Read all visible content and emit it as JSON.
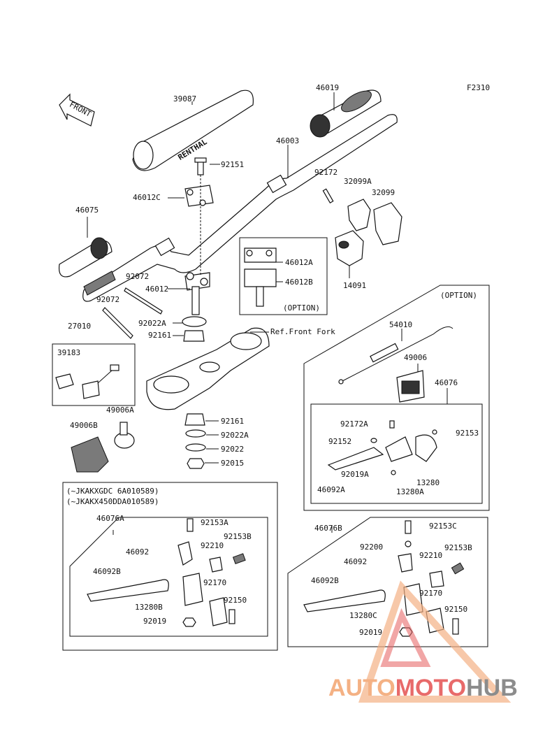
{
  "figure_code": "F2310",
  "front_label": "FRONT",
  "brand_text": "RENTHAL",
  "ref_text": "Ref.Front Fork",
  "option_label": "(OPTION)",
  "vin_lines": [
    "(~JKAKXGDC 6A010589)",
    "(~JKAKX450DDA010589)"
  ],
  "watermark": {
    "auto": "AUTO",
    "moto": "MOTO",
    "hub": "HUB",
    "colors": {
      "auto": "#f4b184",
      "moto": "#e86a6a",
      "hub": "#8c8c8c"
    }
  },
  "parts": [
    "39087",
    "46019",
    "46003",
    "92151",
    "46012C",
    "92172",
    "32099A",
    "32099",
    "46075",
    "46012A",
    "46012B",
    "92072",
    "46012",
    "14091",
    "92072",
    "92022A",
    "92161",
    "27010",
    "39183",
    "54010",
    "49006",
    "46076",
    "49006A",
    "49006B",
    "92161",
    "92022A",
    "92022",
    "92015",
    "92172A",
    "92153",
    "92152",
    "92019A",
    "13280",
    "46092A",
    "13280A",
    "46076A",
    "92153A",
    "46092",
    "92210",
    "92153B",
    "46092B",
    "92170",
    "13280B",
    "92150",
    "92019",
    "46076B",
    "92153C",
    "92200",
    "46092",
    "92210",
    "92153B",
    "46092B",
    "92170",
    "13280C",
    "92150",
    "92019"
  ]
}
